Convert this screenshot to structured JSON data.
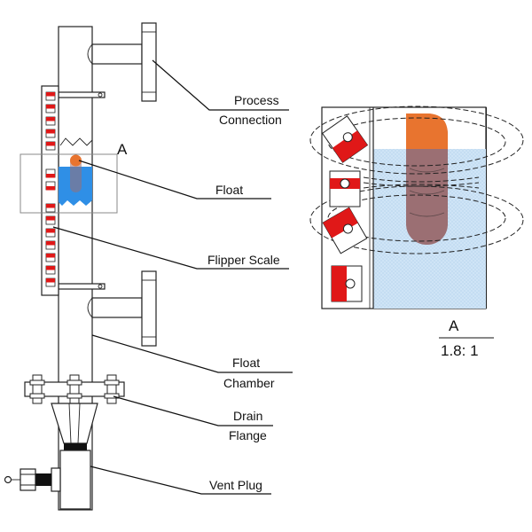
{
  "colors": {
    "float": "#e8742f",
    "liquid_main": "#2f8fe6",
    "liquid_detail": "#cfe4f6",
    "flipper_red": "#e01818",
    "float_body_detail": "#9b6f73"
  },
  "labels": {
    "process_connection_line1": "Process",
    "process_connection_line2": "Connection",
    "float": "Float",
    "flipper_scale": "Flipper Scale",
    "float_chamber_line1": "Float",
    "float_chamber_line2": "Chamber",
    "drain_flange_line1": "Drain",
    "drain_flange_line2": "Flange",
    "vent_plug": "Vent Plug"
  },
  "detail": {
    "marker": "A",
    "caption_letter": "A",
    "scale": "1.8: 1"
  }
}
